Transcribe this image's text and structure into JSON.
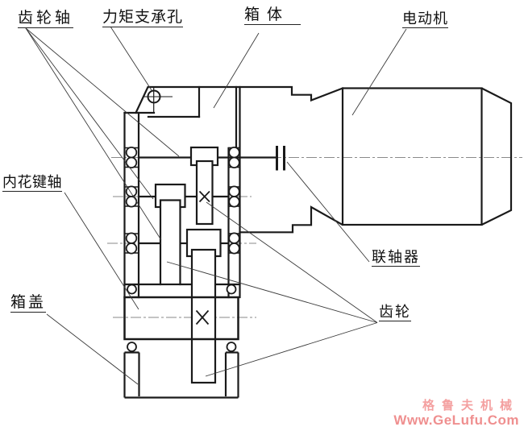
{
  "drawing": {
    "type": "engineering-section-drawing",
    "subject": "gear reducer with electric motor",
    "labels": {
      "gear_shaft": "齿轮轴",
      "torque_support_hole": "力矩支承孔",
      "housing": "箱体",
      "motor": "电动机",
      "internal_spline_shaft": "内花键轴",
      "box_cover": "箱盖",
      "coupling": "联轴器",
      "gear": "齿轮"
    },
    "watermark": {
      "company": "格鲁夫机械",
      "url": "Www.GeLufu.Com",
      "color": "#ef8f8f"
    },
    "line_color": "#1a1a1a",
    "centerline_color": "#8a8a8a"
  }
}
